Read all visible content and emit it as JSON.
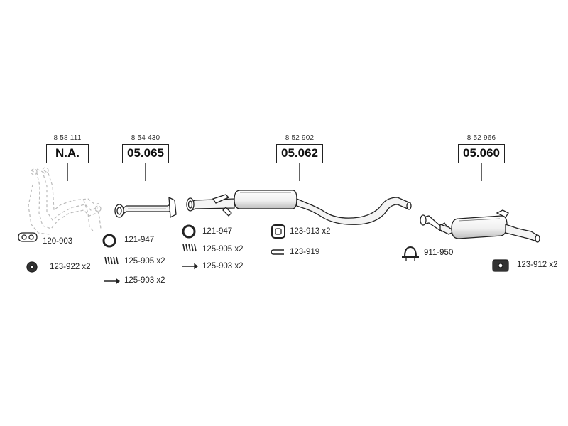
{
  "assemblies": [
    {
      "ref": "8 58 111",
      "part": "N.A.",
      "name": "front-pipe"
    },
    {
      "ref": "8 54 430",
      "part": "05.065",
      "name": "intermediate-pipe"
    },
    {
      "ref": "8 52 902",
      "part": "05.062",
      "name": "middle-silencer"
    },
    {
      "ref": "8 52 966",
      "part": "05.060",
      "name": "rear-silencer"
    }
  ],
  "fittings": [
    {
      "code": "120-903",
      "icon": "gasket-icon"
    },
    {
      "code": "123-922 x2",
      "icon": "rubber-mount-icon"
    },
    {
      "code": "121-947",
      "icon": "seal-ring-icon"
    },
    {
      "code": "125-905 x2",
      "icon": "spring-icon"
    },
    {
      "code": "125-903 x2",
      "icon": "bolt-icon"
    },
    {
      "code": "121-947",
      "icon": "seal-ring-icon"
    },
    {
      "code": "125-905 x2",
      "icon": "spring-icon"
    },
    {
      "code": "125-903 x2",
      "icon": "bolt-icon"
    },
    {
      "code": "123-913 x2",
      "icon": "hanger-bracket-icon"
    },
    {
      "code": "123-919",
      "icon": "clip-icon"
    },
    {
      "code": "911-950",
      "icon": "clamp-icon"
    },
    {
      "code": "123-912 x2",
      "icon": "rubber-mount-icon"
    }
  ],
  "colors": {
    "line": "#222222",
    "part_fill": "#f4f4f4",
    "ghost": "#bbbbbb"
  }
}
